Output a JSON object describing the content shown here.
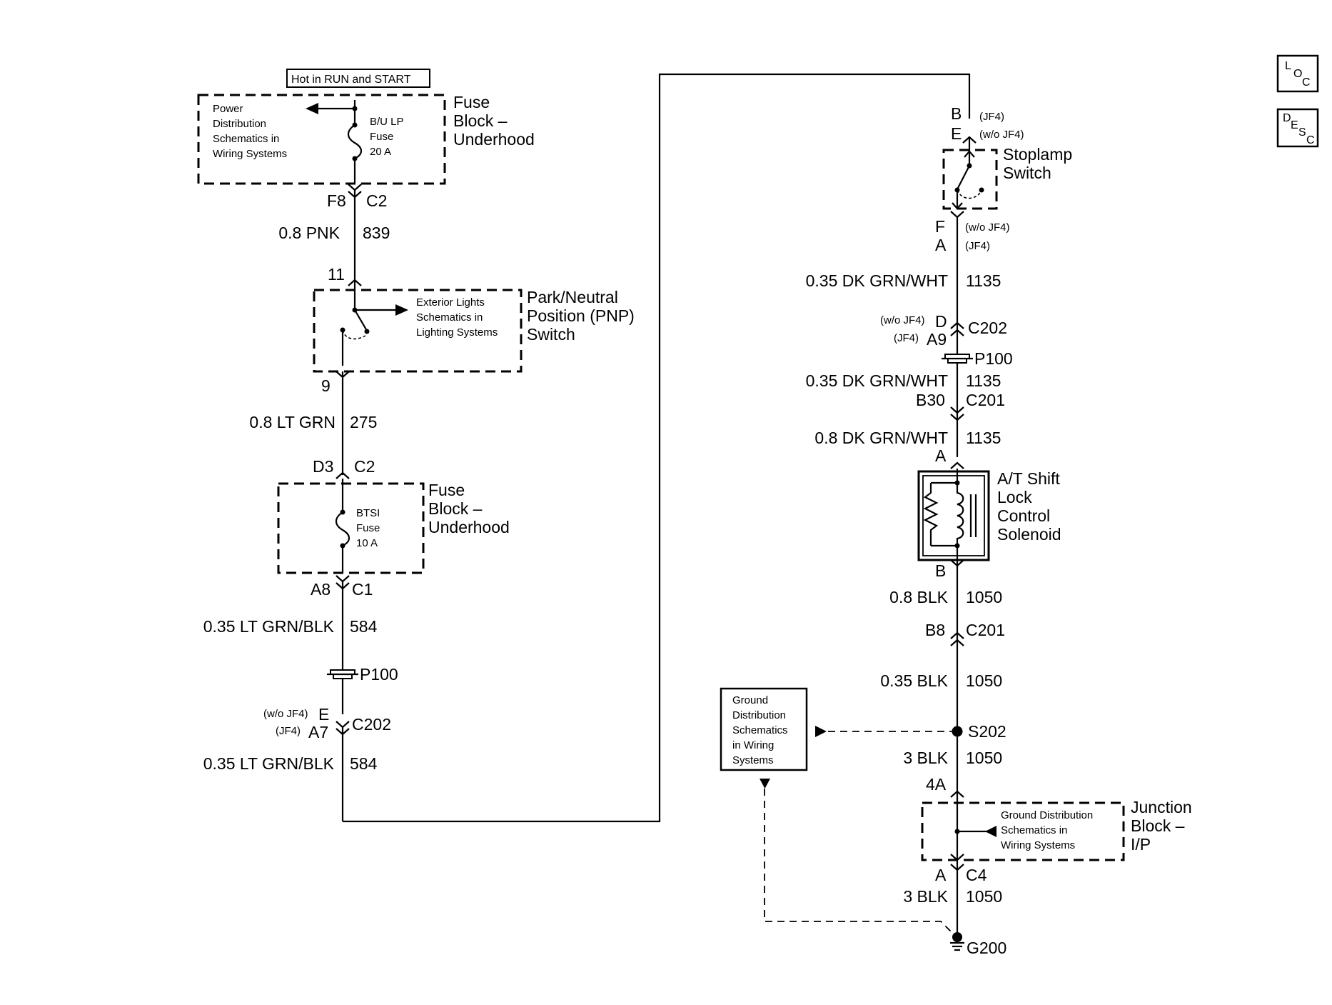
{
  "header": {
    "hot_label": "Hot in RUN and START"
  },
  "nav": {
    "loc": {
      "l": "L",
      "o": "O",
      "c": "C"
    },
    "desc": {
      "d": "D",
      "e": "E",
      "s": "S",
      "c": "C"
    }
  },
  "left": {
    "fuse_block_1": {
      "ref_text": [
        "Power",
        "Distribution",
        "Schematics in",
        "Wiring Systems"
      ],
      "fuse_text": [
        "B/U LP",
        "Fuse",
        "20 A"
      ],
      "title": [
        "Fuse",
        "Block –",
        "Underhood"
      ]
    },
    "conn1": {
      "pin": "F8",
      "conn": "C2"
    },
    "wire1": {
      "gauge": "0.8 PNK",
      "circuit": "839"
    },
    "pnp": {
      "pin_in": "11",
      "ref_text": [
        "Exterior Lights",
        "Schematics in",
        "Lighting Systems"
      ],
      "title": [
        "Park/Neutral",
        "Position (PNP)",
        "Switch"
      ],
      "pin_out": "9"
    },
    "wire2": {
      "gauge": "0.8 LT GRN",
      "circuit": "275"
    },
    "conn2": {
      "pin": "D3",
      "conn": "C2"
    },
    "fuse_block_2": {
      "fuse_text": [
        "BTSI",
        "Fuse",
        "10 A"
      ],
      "title": [
        "Fuse",
        "Block –",
        "Underhood"
      ]
    },
    "conn3": {
      "pin": "A8",
      "conn": "C1"
    },
    "wire3": {
      "gauge": "0.35 LT GRN/BLK",
      "circuit": "584"
    },
    "p100": {
      "label": "P100"
    },
    "c202": {
      "opt1": "(w/o JF4)",
      "pin1": "E",
      "opt2": "(JF4)",
      "pin2": "A7",
      "conn": "C202"
    },
    "wire4": {
      "gauge": "0.35 LT GRN/BLK",
      "circuit": "584"
    }
  },
  "right": {
    "stoplamp_in": {
      "pin1": "B",
      "opt1": "(JF4)",
      "pin2": "E",
      "opt2": "(w/o JF4)"
    },
    "stoplamp": {
      "title": [
        "Stoplamp",
        "Switch"
      ]
    },
    "stoplamp_out": {
      "pin1": "F",
      "opt1": "(w/o JF4)",
      "pin2": "A",
      "opt2": "(JF4)"
    },
    "wire5": {
      "gauge": "0.35 DK GRN/WHT",
      "circuit": "1135"
    },
    "c202": {
      "opt1": "(w/o JF4)",
      "pin1": "D",
      "opt2": "(JF4)",
      "pin2": "A9",
      "conn": "C202"
    },
    "p100": {
      "label": "P100"
    },
    "wire6": {
      "gauge": "0.35 DK GRN/WHT",
      "circuit": "1135"
    },
    "c201a": {
      "pin": "B30",
      "conn": "C201"
    },
    "wire7": {
      "gauge": "0.8 DK GRN/WHT",
      "circuit": "1135"
    },
    "solenoid": {
      "pin_in": "A",
      "title": [
        "A/T Shift",
        "Lock",
        "Control",
        "Solenoid"
      ],
      "pin_out": "B"
    },
    "wire8": {
      "gauge": "0.8 BLK",
      "circuit": "1050"
    },
    "c201b": {
      "pin": "B8",
      "conn": "C201"
    },
    "wire9": {
      "gauge": "0.35 BLK",
      "circuit": "1050"
    },
    "ground_ref": {
      "text": [
        "Ground",
        "Distribution",
        "Schematics",
        "in Wiring",
        "Systems"
      ]
    },
    "splice": {
      "label": "S202"
    },
    "wire10": {
      "gauge": "3 BLK",
      "circuit": "1050"
    },
    "jb_pin": "4A",
    "junction": {
      "ref_text": [
        "Ground Distribution",
        "Schematics in",
        "Wiring Systems"
      ],
      "title": [
        "Junction",
        "Block –",
        "I/P"
      ]
    },
    "conn_c4": {
      "pin": "A",
      "conn": "C4"
    },
    "wire11": {
      "gauge": "3 BLK",
      "circuit": "1050"
    },
    "ground": {
      "label": "G200"
    }
  }
}
